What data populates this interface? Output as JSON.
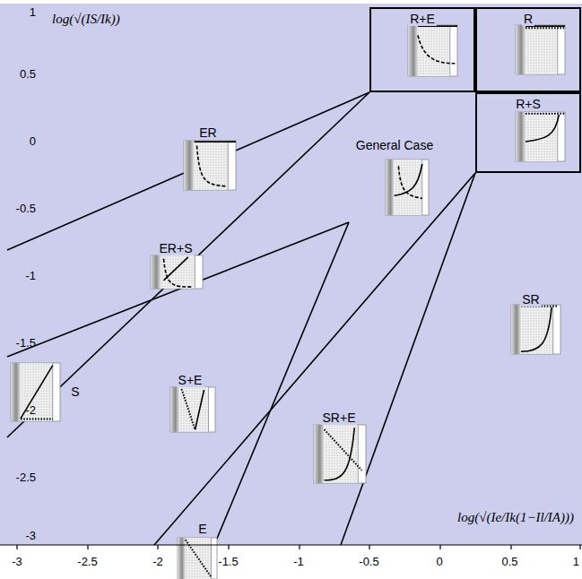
{
  "diagram": {
    "nodes": [
      {
        "text": [
          "R+E"
        ]
      },
      {
        "text": [
          "R"
        ]
      },
      {
        "text": [
          "R+S"
        ]
      }
    ],
    "labels": [
      "log(√(IS/Ik))",
      "ER",
      "General Case",
      "ER+S",
      "S",
      "S+E",
      "SR+E",
      "SR",
      "E",
      "log(√(Ie/Ik(1−Il/IA)))",
      "1",
      "0.5",
      "0",
      "-0.5",
      "-1",
      "-1.5",
      "-2",
      "-2.5",
      "-3",
      "-3",
      "-2.5",
      "-2",
      "-1.5",
      "-1",
      "-0.5",
      "0",
      "0.5",
      "1"
    ]
  }
}
